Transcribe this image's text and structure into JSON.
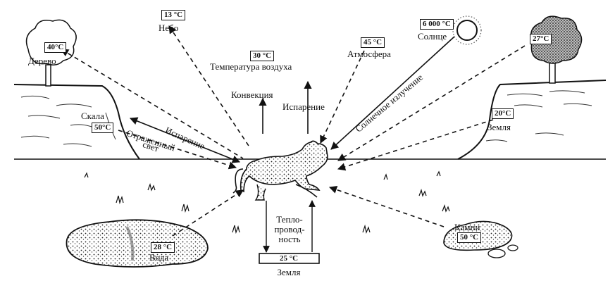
{
  "temps": {
    "sky": "13 °C",
    "air": "30 °C",
    "atmosphere": "45 °C",
    "sun": "6 000 °C",
    "tree_left": "40°C",
    "tree_right": "27°C",
    "cliff": "50°C",
    "ground_right": "20°C",
    "water": "28 °C",
    "stones": "50 °C",
    "ground_bottom": "25 °C"
  },
  "labels": {
    "sky": "Небо",
    "air": "Температура воздуха",
    "atmosphere": "Атмосфера",
    "sun": "Солнце",
    "tree": "Дерево",
    "cliff": "Скала",
    "ground_right": "Земля",
    "water": "Вода",
    "stones": "Камни",
    "ground_bottom": "Земля",
    "convection": "Конвекция",
    "evaporation_up": "Испарение",
    "evaporation_left": "Испарение",
    "reflected_line1": "Отраженный",
    "reflected_line2": "свет",
    "solar_radiation": "Солнечное излучение",
    "conduction_line1": "Тепло-",
    "conduction_line2": "провод-",
    "conduction_line3": "ность"
  }
}
